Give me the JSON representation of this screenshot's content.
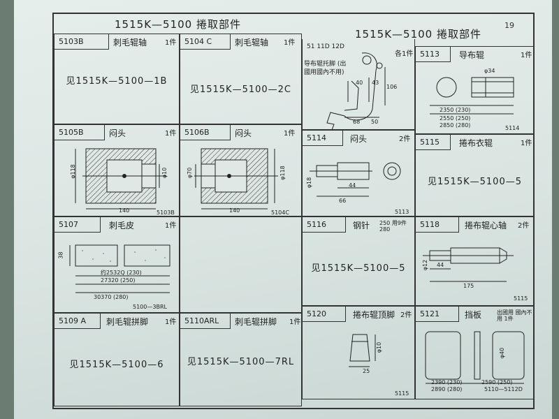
{
  "header": {
    "left_title": "1515K—5100 捲取部件",
    "right_title": "1515K—5100 捲取部件",
    "page_number": "19"
  },
  "cells": {
    "c5103B": {
      "label": "5103B",
      "name": "刺毛辊轴",
      "qty": "1件",
      "ref": "见1515K—5100—1B"
    },
    "c5104C": {
      "label": "5104 C",
      "name": "刺毛辊轴",
      "qty": "1件",
      "ref": "见1515K—5100—2C"
    },
    "c5110": {
      "label": "51 11D 12D",
      "name": "导布辊托脚 (出國用國內不用)",
      "qty": "各1件",
      "dims": {
        "d1": "40",
        "d2": "43",
        "d3": "106",
        "d4": "68",
        "d5": "50"
      }
    },
    "c5113": {
      "label": "5113",
      "name": "导布辊",
      "qty": "1件",
      "dims": {
        "dia": "φ34",
        "l1": "2350 (230)",
        "l2": "2550 (250)",
        "l3": "2850 (280)"
      },
      "code": "5114"
    },
    "c5105B": {
      "label": "5105B",
      "name": "闷头",
      "qty": "1件",
      "dims": {
        "a": "φ118",
        "b": "φ10",
        "c": "140"
      },
      "code": "5103B"
    },
    "c5106B": {
      "label": "5106B",
      "name": "闷头",
      "qty": "1件",
      "dims": {
        "a": "φ70",
        "b": "φ118",
        "c": "140"
      },
      "code": "5104C"
    },
    "c5114": {
      "label": "5114",
      "name": "闷头",
      "qty": "2件",
      "dims": {
        "a": "φ18",
        "b": "44",
        "c": "66"
      },
      "code": "5113"
    },
    "c5115": {
      "label": "5115",
      "name": "捲布衣辊",
      "qty": "1件",
      "ref": "见1515K—5100—5"
    },
    "c5107": {
      "label": "5107",
      "name": "刺毛皮",
      "qty": "1件",
      "dims": {
        "h": "38",
        "l1": "约2532Q (230)",
        "l2": "27320 (250)",
        "l3": "30370 (280)"
      },
      "code": "5100—3BRL"
    },
    "c5116": {
      "label": "5116",
      "name": "钢针",
      "qty": "250 用9件 280",
      "ref": "见1515K—5100—5"
    },
    "c5118": {
      "label": "5118",
      "name": "捲布辊心轴",
      "qty": "2件",
      "dims": {
        "a": "φ12",
        "b": "44",
        "c": "175"
      },
      "code": "5115"
    },
    "c5109A": {
      "label": "5109 A",
      "name": "刺毛辊拼脚",
      "qty": "1件",
      "ref": "见1515K—5100—6"
    },
    "c5110ARL": {
      "label": "5110ARL",
      "name": "刺毛辊拼脚",
      "qty": "1件",
      "ref": "见1515K—5100—7RL"
    },
    "c5120": {
      "label": "5120",
      "name": "捲布辊顶脚",
      "qty": "2件",
      "dims": {
        "a": "φ10",
        "b": "25"
      },
      "code": "5115"
    },
    "c5121": {
      "label": "5121",
      "name": "挡板",
      "qty": "出國用 國內不用 1件",
      "dims": {
        "a": "φ40",
        "l1": "2390 (230)",
        "l2": "2590 (250)",
        "l3": "2890 (280)"
      },
      "code": "5110—5112D"
    }
  }
}
